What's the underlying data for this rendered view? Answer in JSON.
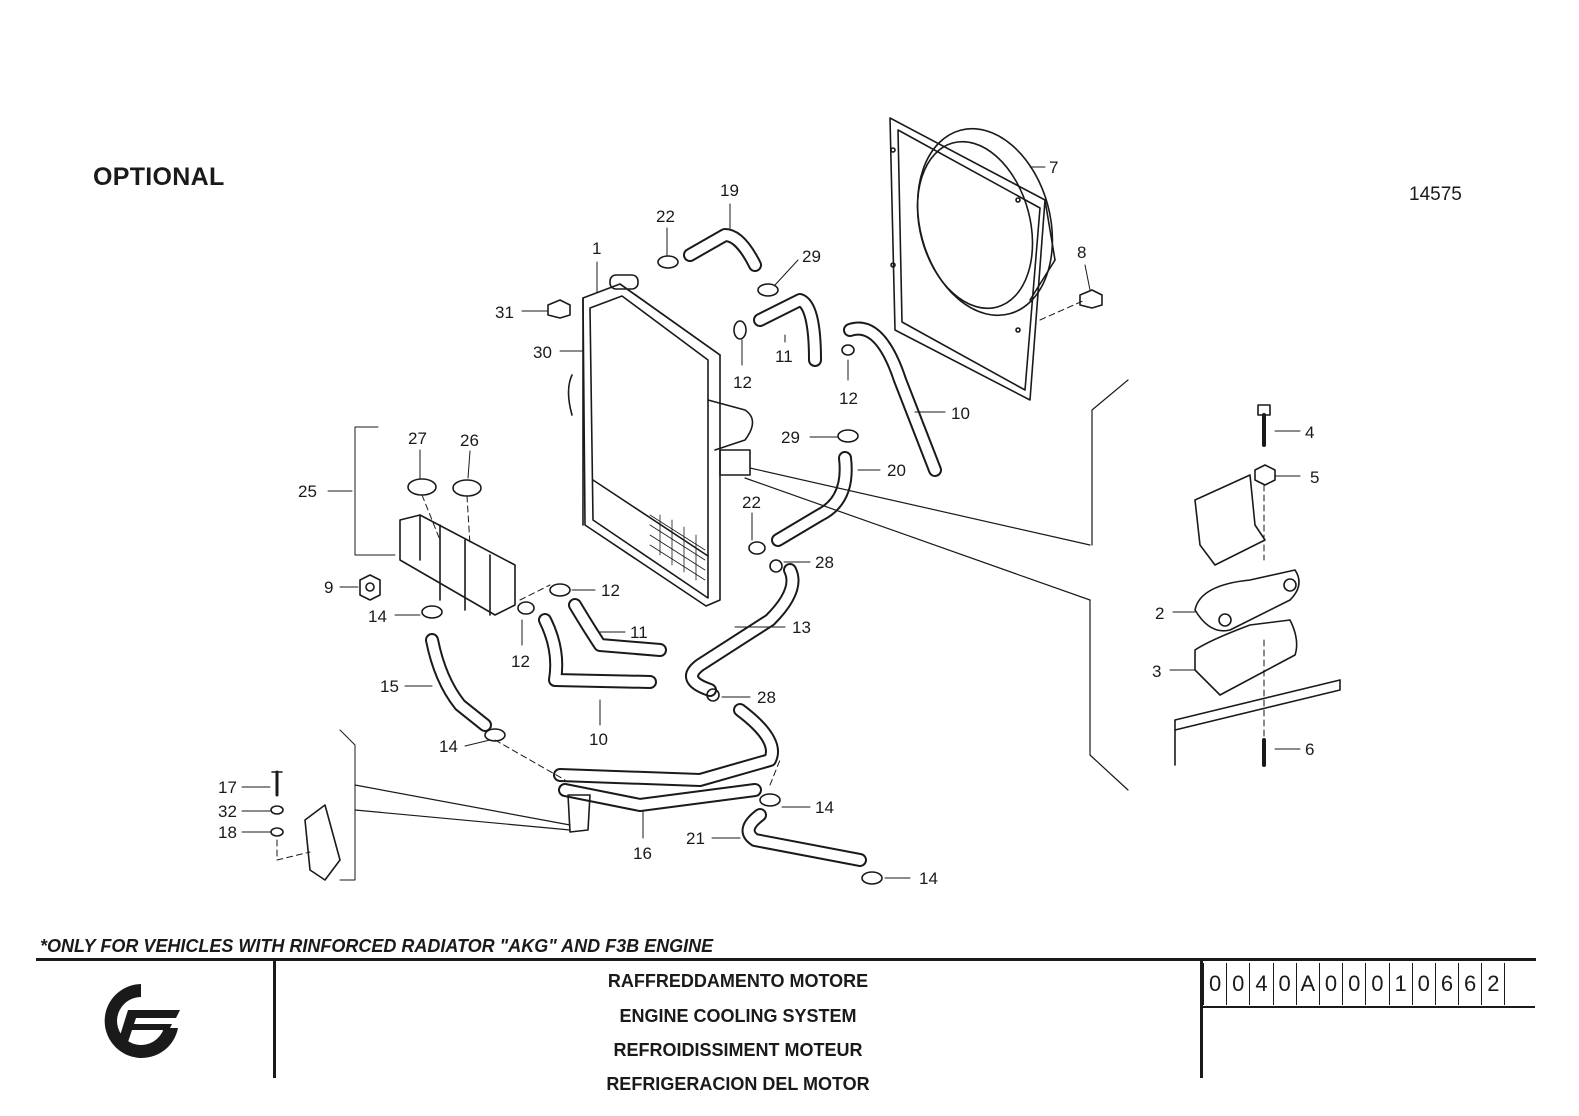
{
  "header": {
    "optional_label": "OPTIONAL",
    "drawing_number": "14575"
  },
  "diagram": {
    "callouts": [
      {
        "id": "c1",
        "label": "1"
      },
      {
        "id": "c19",
        "label": "19"
      },
      {
        "id": "c22a",
        "label": "22"
      },
      {
        "id": "c29a",
        "label": "29"
      },
      {
        "id": "c31",
        "label": "31"
      },
      {
        "id": "c30",
        "label": "30"
      },
      {
        "id": "c11a",
        "label": "11"
      },
      {
        "id": "c12a",
        "label": "12"
      },
      {
        "id": "c12b",
        "label": "12"
      },
      {
        "id": "c7",
        "label": "7"
      },
      {
        "id": "c8",
        "label": "8"
      },
      {
        "id": "c10a",
        "label": "10"
      },
      {
        "id": "c29b",
        "label": "29"
      },
      {
        "id": "c20",
        "label": "20"
      },
      {
        "id": "c27",
        "label": "27"
      },
      {
        "id": "c26",
        "label": "26"
      },
      {
        "id": "c25",
        "label": "25"
      },
      {
        "id": "c22b",
        "label": "22"
      },
      {
        "id": "c28a",
        "label": "28"
      },
      {
        "id": "c9",
        "label": "9"
      },
      {
        "id": "c12c",
        "label": "12"
      },
      {
        "id": "c14a",
        "label": "14"
      },
      {
        "id": "c11b",
        "label": "11"
      },
      {
        "id": "c13",
        "label": "13"
      },
      {
        "id": "c12d",
        "label": "12"
      },
      {
        "id": "c15",
        "label": "15"
      },
      {
        "id": "c28b",
        "label": "28"
      },
      {
        "id": "c10b",
        "label": "10"
      },
      {
        "id": "c14b",
        "label": "14"
      },
      {
        "id": "c4",
        "label": "4"
      },
      {
        "id": "c5",
        "label": "5"
      },
      {
        "id": "c2",
        "label": "2"
      },
      {
        "id": "c3",
        "label": "3"
      },
      {
        "id": "c6",
        "label": "6"
      },
      {
        "id": "c17",
        "label": "17"
      },
      {
        "id": "c32",
        "label": "32"
      },
      {
        "id": "c18",
        "label": "18"
      },
      {
        "id": "c16",
        "label": "16"
      },
      {
        "id": "c14c",
        "label": "14"
      },
      {
        "id": "c21",
        "label": "21"
      },
      {
        "id": "c14d",
        "label": "14"
      }
    ]
  },
  "footer": {
    "note": "*ONLY FOR VEHICLES WITH RINFORCED RADIATOR \"AKG\" AND F3B ENGINE",
    "titles": [
      "RAFFREDDAMENTO MOTORE",
      "ENGINE COOLING SYSTEM",
      "REFROIDISSIMENT MOTEUR",
      "REFRIGERACION DEL MOTOR"
    ],
    "part_code": [
      "0",
      "0",
      "4",
      "0",
      "A",
      "0",
      "0",
      "0",
      "1",
      "0",
      "6",
      "6",
      "2"
    ],
    "logo_icon": "brand-logo-icon"
  },
  "colors": {
    "ink": "#1a1a1a",
    "background": "#ffffff"
  }
}
